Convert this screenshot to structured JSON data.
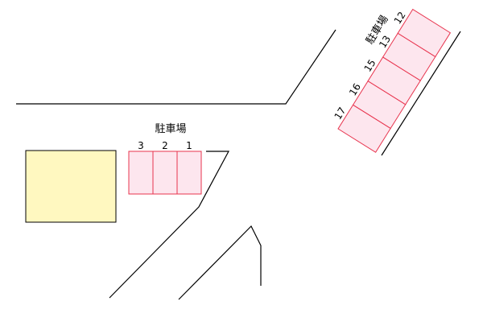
{
  "map": {
    "colors": {
      "background": "#ffffff",
      "road_line": "#000000",
      "building_fill": "#fff8c0",
      "building_stroke": "#000000",
      "parking_fill": "#fde6ee",
      "parking_stroke": "#e8344e"
    },
    "lot_a": {
      "label": "駐車場",
      "space_numbers": [
        "3",
        "2",
        "1"
      ]
    },
    "lot_b": {
      "label": "駐車場",
      "space_numbers": [
        "12",
        "13",
        "15",
        "16",
        "17"
      ]
    }
  }
}
